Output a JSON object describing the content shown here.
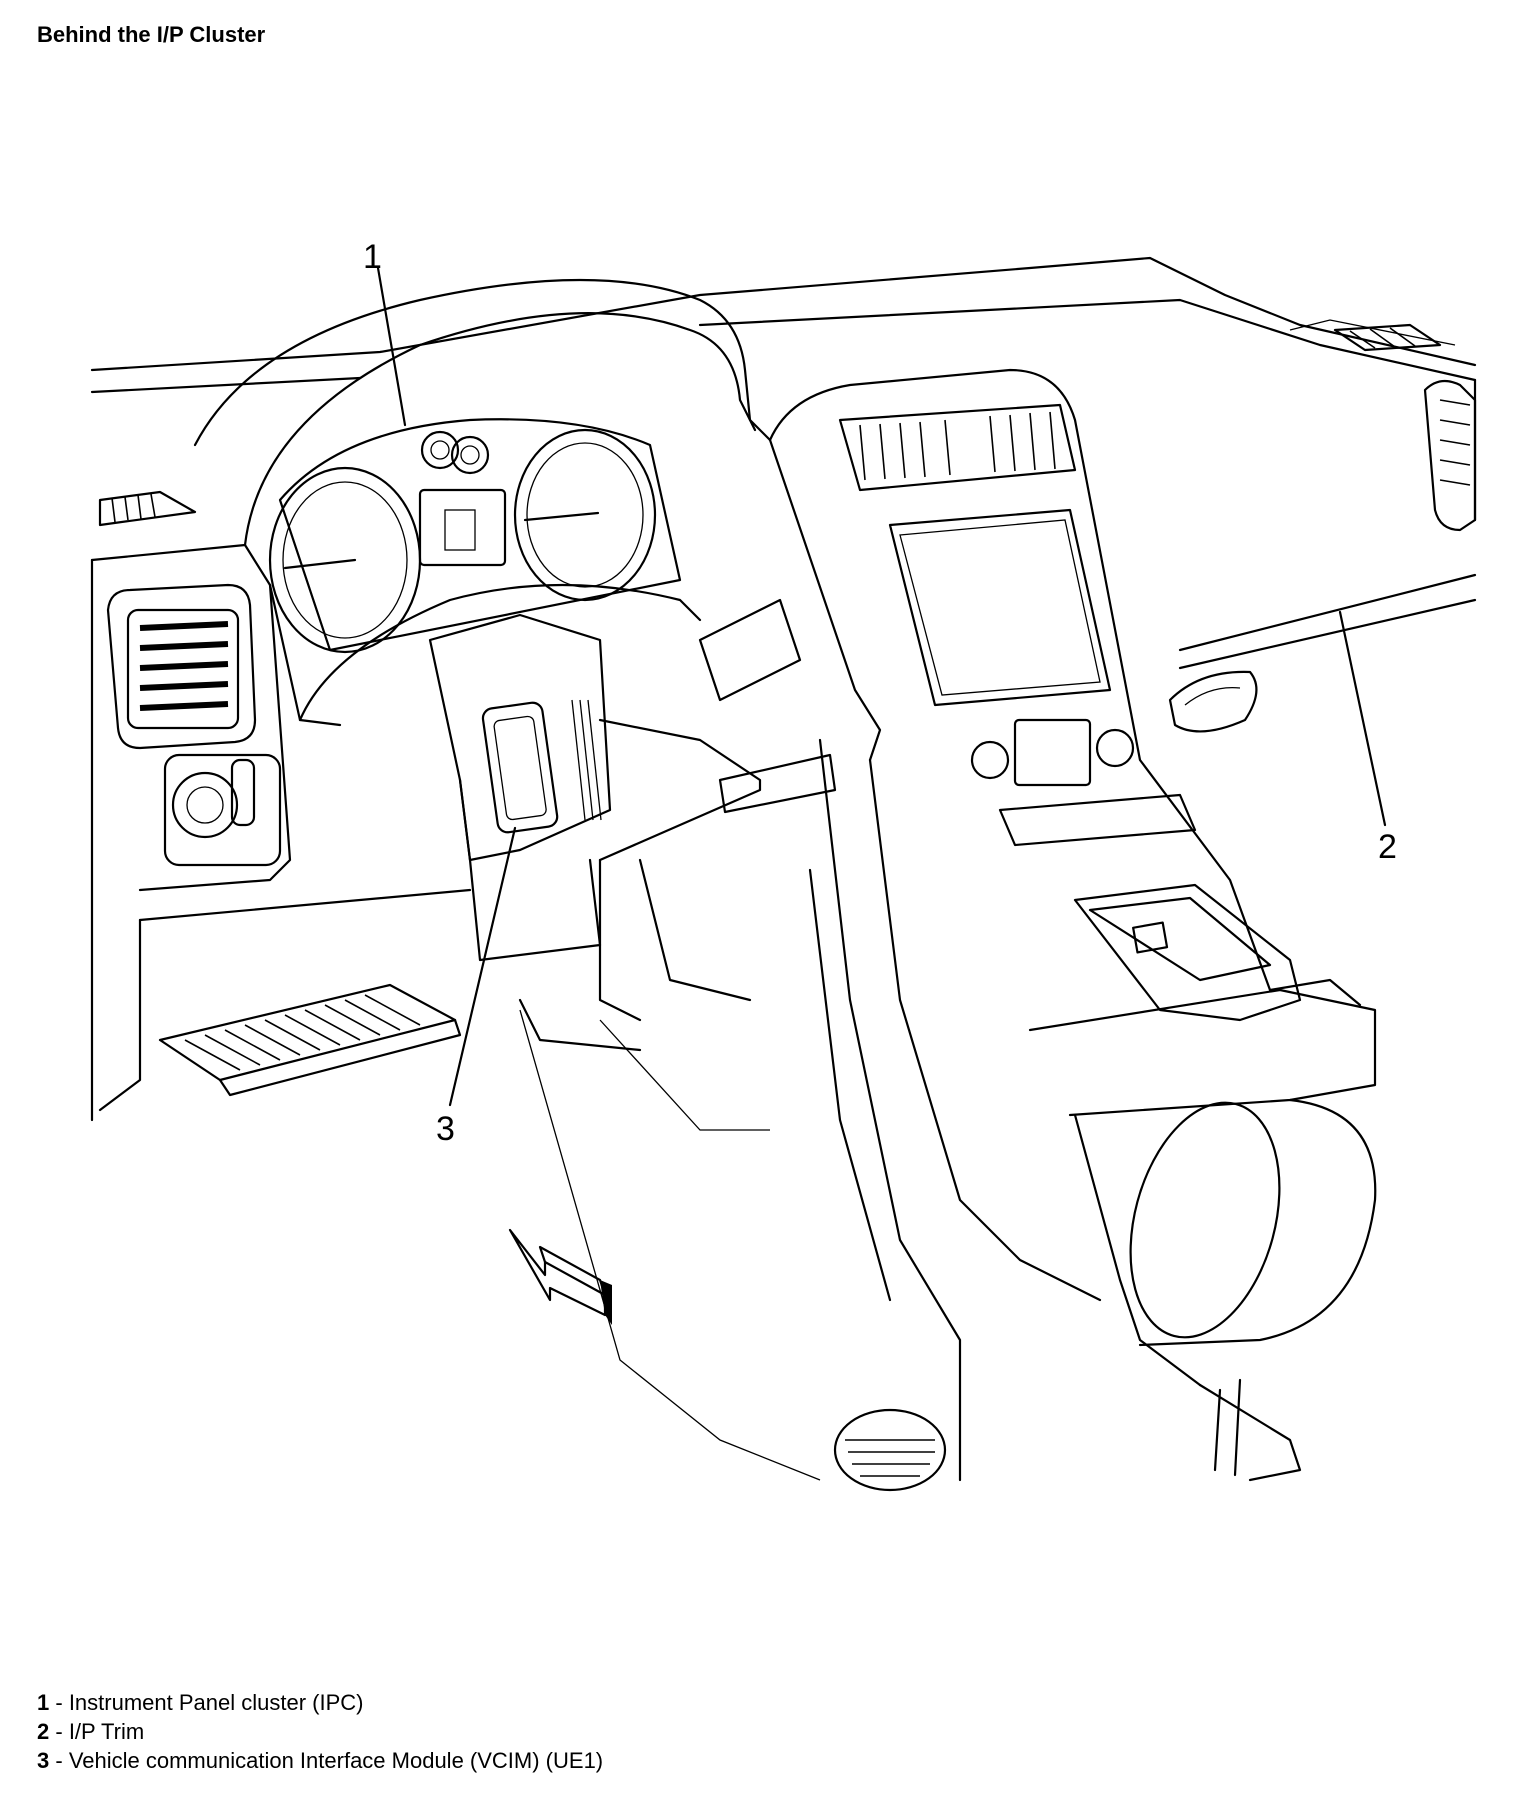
{
  "title": "Behind the I/P Cluster",
  "callouts": {
    "c1": "1",
    "c2": "2",
    "c3": "3"
  },
  "legend": [
    {
      "num": "1",
      "sep": " - ",
      "text": "Instrument Panel cluster (IPC)"
    },
    {
      "num": "2",
      "sep": " - ",
      "text": "I/P Trim"
    },
    {
      "num": "3",
      "sep": " - ",
      "text": "Vehicle communication Interface Module (VCIM) (UE1)"
    }
  ]
}
